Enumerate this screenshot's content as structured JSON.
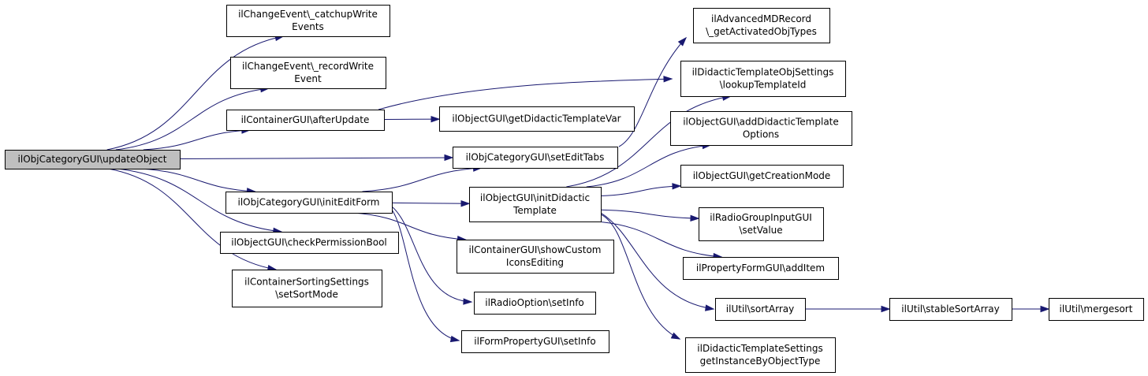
{
  "colors": {
    "edge": "#191970",
    "node_fill": "#ffffff",
    "root_fill": "#bfbfbf",
    "border": "#000000"
  },
  "nodes": [
    {
      "id": "updateObject",
      "lines": [
        "ilObjCategoryGUI\\updateObject"
      ],
      "root": true
    },
    {
      "id": "catchupWriteEvents",
      "lines": [
        "ilChangeEvent\\_catchupWrite",
        "Events"
      ]
    },
    {
      "id": "recordWriteEvent",
      "lines": [
        "ilChangeEvent\\_recordWrite",
        "Event"
      ]
    },
    {
      "id": "afterUpdate",
      "lines": [
        "ilContainerGUI\\afterUpdate"
      ]
    },
    {
      "id": "initEditForm",
      "lines": [
        "ilObjCategoryGUI\\initEditForm"
      ]
    },
    {
      "id": "checkPermissionBool",
      "lines": [
        "ilObjectGUI\\checkPermissionBool"
      ]
    },
    {
      "id": "setSortMode",
      "lines": [
        "ilContainerSortingSettings",
        "\\setSortMode"
      ]
    },
    {
      "id": "getDidacticTemplateVar",
      "lines": [
        "ilObjectGUI\\getDidacticTemplateVar"
      ]
    },
    {
      "id": "setEditTabs",
      "lines": [
        "ilObjCategoryGUI\\setEditTabs"
      ]
    },
    {
      "id": "initDidacticTemplate",
      "lines": [
        "ilObjectGUI\\initDidactic",
        "Template"
      ]
    },
    {
      "id": "showCustomIconsEditing",
      "lines": [
        "ilContainerGUI\\showCustom",
        "IconsEditing"
      ]
    },
    {
      "id": "radioOptionSetInfo",
      "lines": [
        "ilRadioOption\\setInfo"
      ]
    },
    {
      "id": "formPropertySetInfo",
      "lines": [
        "ilFormPropertyGUI\\setInfo"
      ]
    },
    {
      "id": "getActivatedObjTypes",
      "lines": [
        "ilAdvancedMDRecord",
        "\\_getActivatedObjTypes"
      ]
    },
    {
      "id": "lookupTemplateId",
      "lines": [
        "ilDidacticTemplateObjSettings",
        "\\lookupTemplateId"
      ]
    },
    {
      "id": "addDidacticTemplateOptions",
      "lines": [
        "ilObjectGUI\\addDidacticTemplate",
        "Options"
      ]
    },
    {
      "id": "getCreationMode",
      "lines": [
        "ilObjectGUI\\getCreationMode"
      ]
    },
    {
      "id": "radioGroupSetValue",
      "lines": [
        "ilRadioGroupInputGUI",
        "\\setValue"
      ]
    },
    {
      "id": "addItem",
      "lines": [
        "ilPropertyFormGUI\\addItem"
      ]
    },
    {
      "id": "sortArray",
      "lines": [
        "ilUtil\\sortArray"
      ]
    },
    {
      "id": "getInstanceByObjectType",
      "lines": [
        "ilDidacticTemplateSettings",
        "getInstanceByObjectType"
      ]
    },
    {
      "id": "stableSortArray",
      "lines": [
        "ilUtil\\stableSortArray"
      ]
    },
    {
      "id": "mergesort",
      "lines": [
        "ilUtil\\mergesort"
      ]
    }
  ],
  "edges": [
    [
      "updateObject",
      "catchupWriteEvents"
    ],
    [
      "updateObject",
      "recordWriteEvent"
    ],
    [
      "updateObject",
      "afterUpdate"
    ],
    [
      "updateObject",
      "setEditTabs"
    ],
    [
      "updateObject",
      "initEditForm"
    ],
    [
      "updateObject",
      "checkPermissionBool"
    ],
    [
      "updateObject",
      "setSortMode"
    ],
    [
      "afterUpdate",
      "lookupTemplateId"
    ],
    [
      "afterUpdate",
      "getDidacticTemplateVar"
    ],
    [
      "initEditForm",
      "setEditTabs"
    ],
    [
      "initEditForm",
      "initDidacticTemplate"
    ],
    [
      "initEditForm",
      "showCustomIconsEditing"
    ],
    [
      "initEditForm",
      "radioOptionSetInfo"
    ],
    [
      "initEditForm",
      "formPropertySetInfo"
    ],
    [
      "setEditTabs",
      "getActivatedObjTypes"
    ],
    [
      "initDidacticTemplate",
      "lookupTemplateId"
    ],
    [
      "initDidacticTemplate",
      "addDidacticTemplateOptions"
    ],
    [
      "initDidacticTemplate",
      "getCreationMode"
    ],
    [
      "initDidacticTemplate",
      "radioGroupSetValue"
    ],
    [
      "initDidacticTemplate",
      "addItem"
    ],
    [
      "initDidacticTemplate",
      "sortArray"
    ],
    [
      "initDidacticTemplate",
      "getInstanceByObjectType"
    ],
    [
      "sortArray",
      "stableSortArray"
    ],
    [
      "stableSortArray",
      "mergesort"
    ]
  ]
}
